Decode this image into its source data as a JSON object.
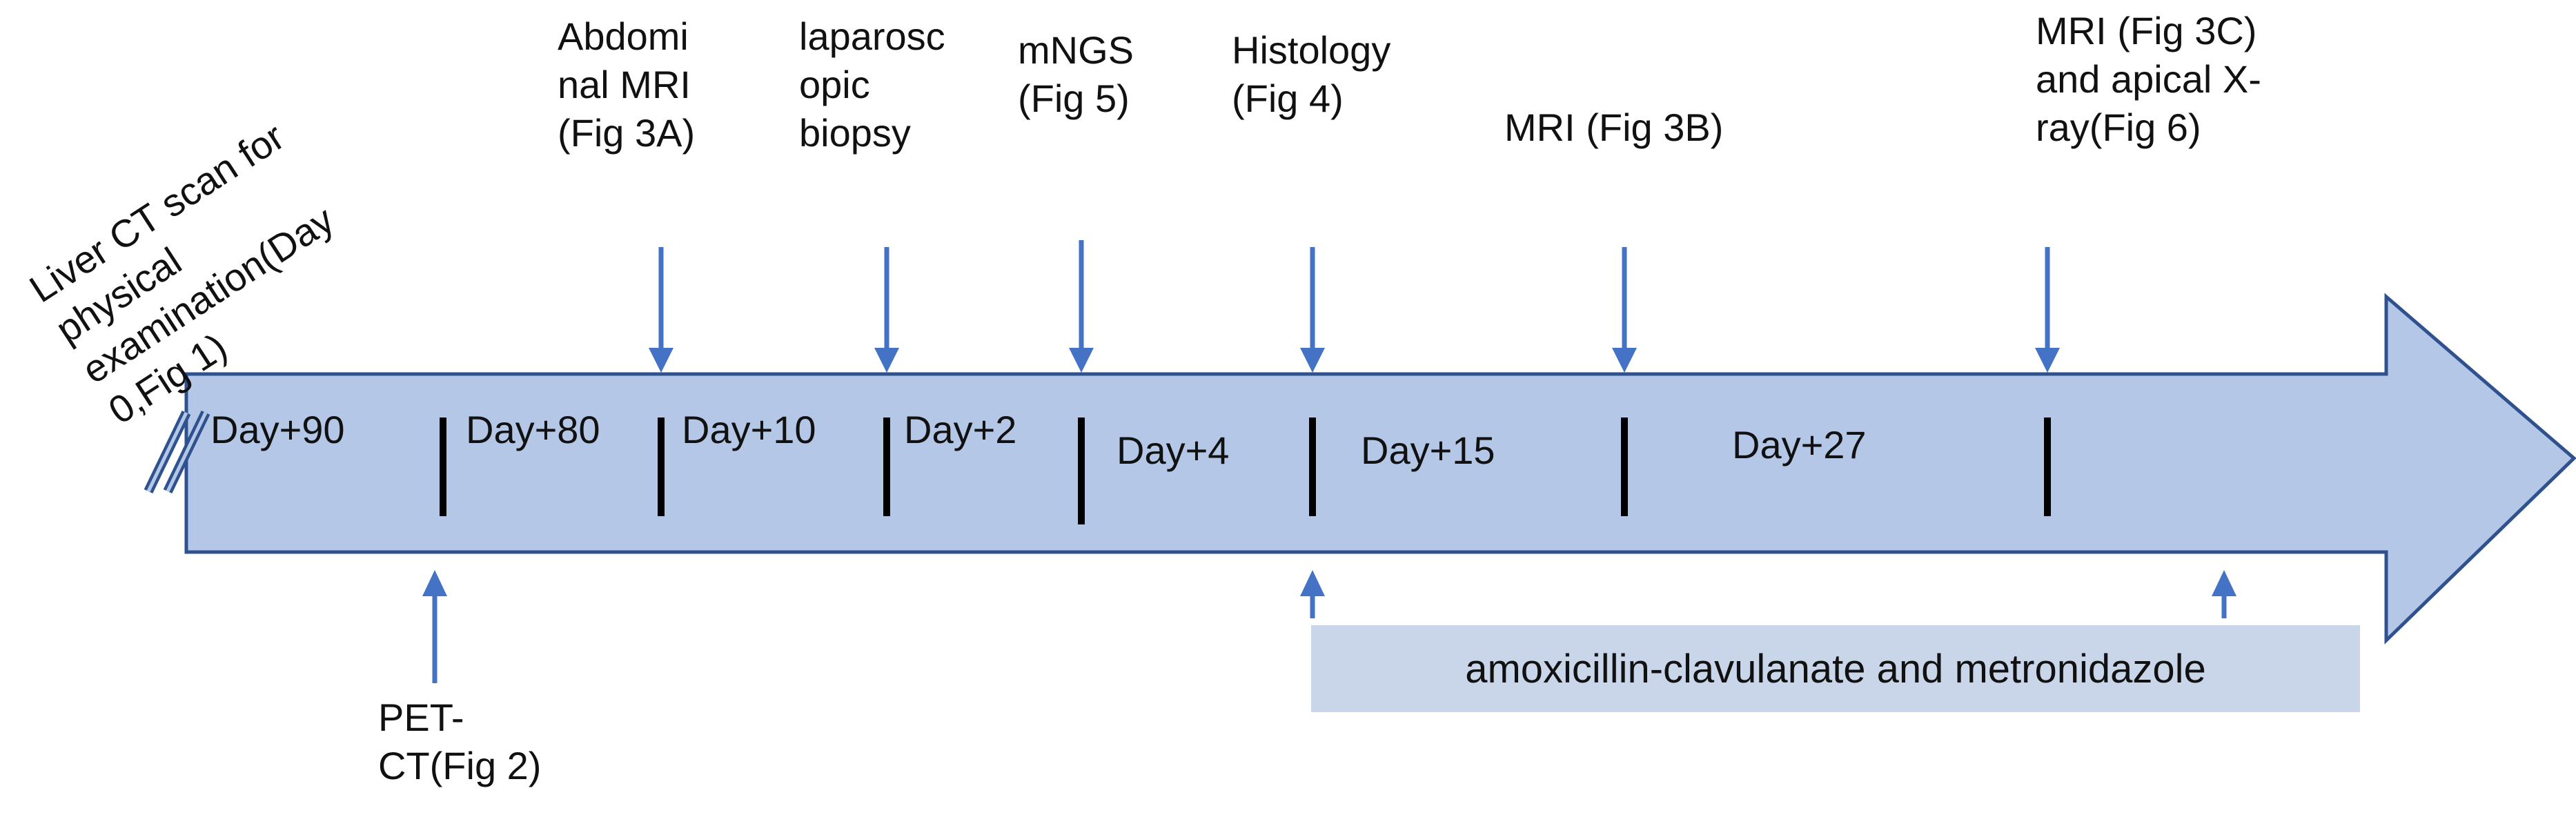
{
  "timeline": {
    "start_event": "Liver CT scan for\nphysical\nexamination(Day\n0,Fig 1)",
    "top_events": [
      "Abdomi\nnal MRI\n(Fig 3A)",
      "laparosc\nopic\nbiopsy",
      "mNGS\n(Fig 5)",
      "Histology\n(Fig 4)",
      "MRI (Fig 3B)",
      "MRI (Fig 3C)\nand apical X-\nray(Fig 6)"
    ],
    "intervals": [
      "Day+90",
      "Day+80",
      "Day+10",
      "Day+2",
      "Day+4",
      "Day+15",
      "Day+27"
    ],
    "bottom_event": "PET-\nCT(Fig 2)",
    "treatment": "amoxicillin-clavulanate and metronidazole"
  },
  "colors": {
    "arrow_fill": "#b4c7e7",
    "arrow_stroke": "#2f528f",
    "pointer": "#4472c4",
    "treatment_box": "#c9d6ea",
    "divider": "#000000"
  }
}
